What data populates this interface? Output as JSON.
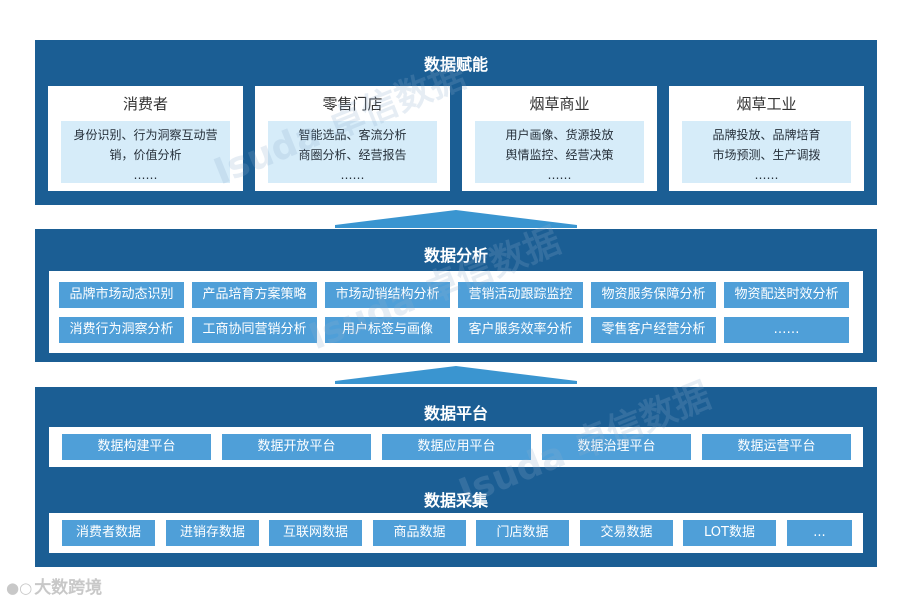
{
  "empower": {
    "title": "数据赋能",
    "cards": [
      {
        "title": "消费者",
        "lines": [
          "身份识别、行为洞察互动营",
          "销，价值分析",
          "……"
        ]
      },
      {
        "title": "零售门店",
        "lines": [
          "智能选品、客流分析",
          "商圈分析、经营报告",
          "……"
        ]
      },
      {
        "title": "烟草商业",
        "lines": [
          "用户画像、货源投放",
          "舆情监控、经营决策",
          "……"
        ]
      },
      {
        "title": "烟草工业",
        "lines": [
          "品牌投放、品牌培育",
          "市场预测、生产调拨",
          "……"
        ]
      }
    ]
  },
  "analysis": {
    "title": "数据分析",
    "row1": [
      "品牌市场动态识别",
      "产品培育方案策略",
      "市场动销结构分析",
      "营销活动跟踪监控",
      "物资服务保障分析",
      "物资配送时效分析"
    ],
    "row2": [
      "消费行为洞察分析",
      "工商协同营销分析",
      "用户标签与画像",
      "客户服务效率分析",
      "零售客户经营分析",
      "……"
    ]
  },
  "platform": {
    "title": "数据平台",
    "items": [
      "数据构建平台",
      "数据开放平台",
      "数据应用平台",
      "数据治理平台",
      "数据运营平台"
    ]
  },
  "collect": {
    "title": "数据采集",
    "items": [
      "消费者数据",
      "进销存数据",
      "互联网数据",
      "商品数据",
      "门店数据",
      "交易数据",
      "LOT数据",
      "..."
    ]
  },
  "watermark": {
    "brand_cn": "卓信数据",
    "brand_en": "Isuda"
  },
  "logo": {
    "text": "大数跨境"
  },
  "colors": {
    "band": "#1b5e94",
    "chip": "#4f9fd8",
    "card_box": "#d6ecf9",
    "arrow": "#3a95d0"
  }
}
